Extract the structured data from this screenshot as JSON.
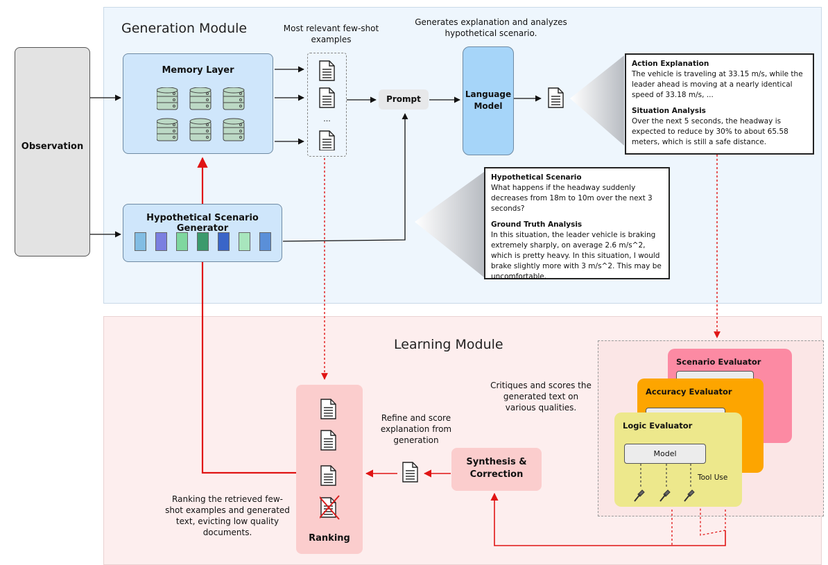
{
  "modules": {
    "generation_title": "Generation Module",
    "learning_title": "Learning Module"
  },
  "observation": {
    "label": "Observation"
  },
  "memory_layer": {
    "title": "Memory Layer",
    "icon": "database-icon"
  },
  "hypothetical_generator": {
    "title": "Hypothetical Scenario Generator",
    "colors": [
      "#82bde3",
      "#7b7fe0",
      "#7fd79f",
      "#3b9a6d",
      "#3a65c8",
      "#a8e6bd",
      "#5a8fd8"
    ]
  },
  "few_shot": {
    "caption": "Most relevant few-shot examples",
    "ellipsis": "..."
  },
  "prompt": {
    "label": "Prompt"
  },
  "language_model": {
    "label": "Language Model",
    "caption": "Generates explanation and analyzes hypothetical scenario."
  },
  "action_box": {
    "h1": "Action Explanation",
    "t1": "The vehicle is traveling at 33.15 m/s, while the leader ahead is moving at a nearly identical speed of 33.18 m/s, ...",
    "h2": "Situation Analysis",
    "t2": "Over the next 5 seconds, the headway is expected to reduce by 30% to about 65.58 meters, which is still a safe distance."
  },
  "scenario_box": {
    "h1": "Hypothetical Scenario",
    "t1": "What happens if the headway suddenly decreases from 18m to 10m over the next 3 seconds?",
    "h2": "Ground Truth Analysis",
    "t2": "In this situation, the leader vehicle is braking extremely sharply, on average 2.6 m/s^2, which is pretty heavy. In this situation, I would brake slightly more with 3 m/s^2. This may be uncomfortable."
  },
  "evaluators": {
    "scenario": "Scenario Evaluator",
    "accuracy": "Accuracy Evaluator",
    "logic": "Logic Evaluator",
    "model": "Model",
    "tool_use": "Tool Use",
    "caption": "Critiques and scores the generated text on various qualities."
  },
  "synthesis": {
    "label": "Synthesis & Correction",
    "caption": "Refine and score explanation from generation"
  },
  "ranking": {
    "label": "Ranking",
    "caption": "Ranking the retrieved few-shot examples and generated text, evicting low quality documents."
  }
}
